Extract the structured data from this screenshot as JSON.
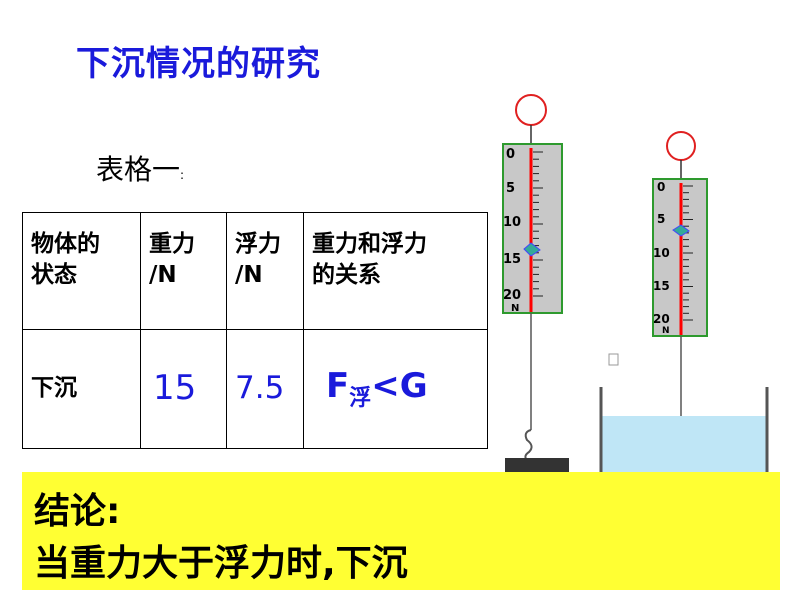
{
  "title": "下沉情况的研究",
  "caption": {
    "text": "表格一",
    "colon": ":"
  },
  "table": {
    "headers": [
      {
        "line1": "物体的",
        "line2": "状态"
      },
      {
        "line1": "重力",
        "line2": "/N"
      },
      {
        "line1": "浮力",
        "line2": "/N"
      },
      {
        "line1": "重力和浮力",
        "line2": "的关系"
      }
    ],
    "row": {
      "state": "下沉",
      "gravity": "15",
      "buoyancy": "7.5",
      "relation": {
        "f": "F",
        "sub": "浮",
        "op": "<G"
      }
    }
  },
  "gauge_left": {
    "ticks": [
      "0",
      "5",
      "10",
      "15",
      "20"
    ],
    "unit": "N"
  },
  "gauge_right": {
    "ticks": [
      "0",
      "5",
      "10",
      "15",
      "20"
    ],
    "unit": "N"
  },
  "conclusion": {
    "line1": "结论:",
    "line2": "当重力大于浮力时,下沉"
  },
  "colors": {
    "accent_blue": "#1a1adb",
    "highlight_yellow": "#ffff33",
    "gauge_green": "#2e9a2e",
    "needle_red": "#ff0000"
  }
}
